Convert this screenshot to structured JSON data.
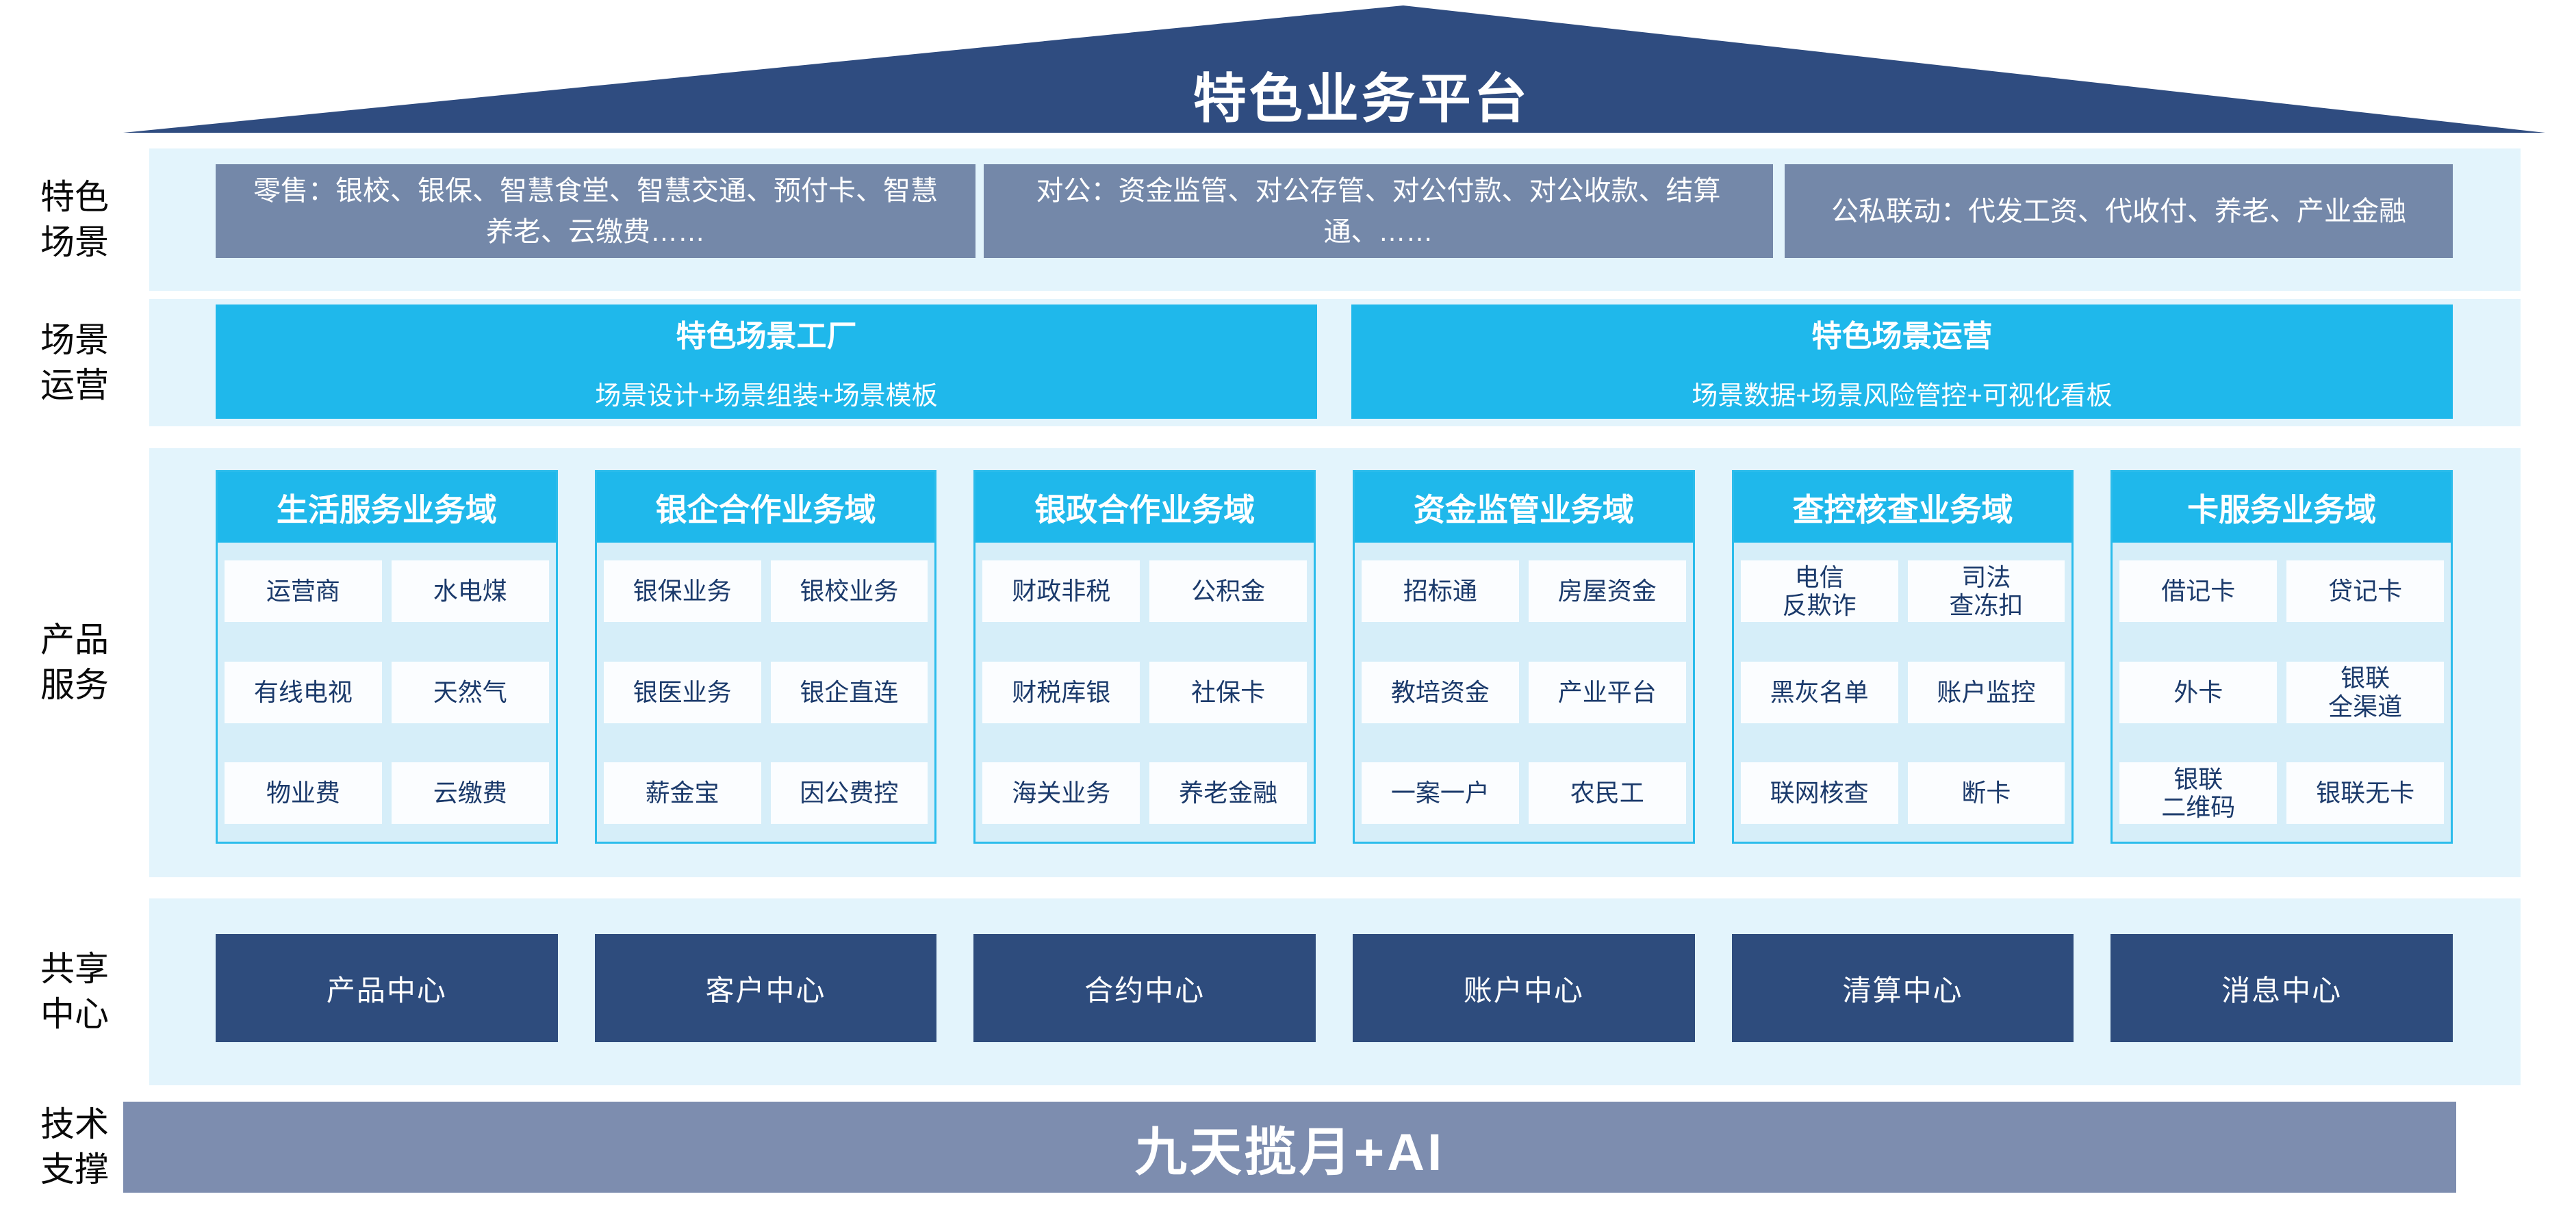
{
  "roof": {
    "title": "特色业务平台"
  },
  "side_labels": {
    "scene": "特色\n场景",
    "operation": "场景\n运营",
    "product": "产品\n服务",
    "shared": "共享\n中心",
    "tech": "技术\n支撑"
  },
  "scene_row": {
    "boxes": [
      "零售：银校、银保、智慧食堂、智慧交通、预付卡、智慧养老、云缴费……",
      "对公：资金监管、对公存管、对公付款、对公收款、结算通、……",
      "公私联动：代发工资、代收付、养老、产业金融"
    ]
  },
  "operation_row": {
    "boxes": [
      {
        "title": "特色场景工厂",
        "subtitle": "场景设计+场景组装+场景模板"
      },
      {
        "title": "特色场景运营",
        "subtitle": "场景数据+场景风险管控+可视化看板"
      }
    ]
  },
  "product_row": {
    "domains": [
      {
        "header": "生活服务业务域",
        "items": [
          "运营商",
          "水电煤",
          "有线电视",
          "天然气",
          "物业费",
          "云缴费"
        ]
      },
      {
        "header": "银企合作业务域",
        "items": [
          "银保业务",
          "银校业务",
          "银医业务",
          "银企直连",
          "薪金宝",
          "因公费控"
        ]
      },
      {
        "header": "银政合作业务域",
        "items": [
          "财政非税",
          "公积金",
          "财税库银",
          "社保卡",
          "海关业务",
          "养老金融"
        ]
      },
      {
        "header": "资金监管业务域",
        "items": [
          "招标通",
          "房屋资金",
          "教培资金",
          "产业平台",
          "一案一户",
          "农民工"
        ]
      },
      {
        "header": "查控核查业务域",
        "items": [
          "电信\n反欺诈",
          "司法\n查冻扣",
          "黑灰名单",
          "账户监控",
          "联网核查",
          "断卡"
        ]
      },
      {
        "header": "卡服务业务域",
        "items": [
          "借记卡",
          "贷记卡",
          "外卡",
          "银联\n全渠道",
          "银联\n二维码",
          "银联无卡"
        ]
      }
    ]
  },
  "shared_row": {
    "centers": [
      "产品中心",
      "客户中心",
      "合约中心",
      "账户中心",
      "清算中心",
      "消息中心"
    ]
  },
  "tech_row": {
    "label": "九天揽月+AI"
  },
  "colors": {
    "roof_navy": "#2F4C80",
    "band_light_blue": "#E3F4FC",
    "cyan_accent": "#1FB8EB",
    "panel_body_blue": "#D6EEF9",
    "panel_border_cyan": "#2BBCEB",
    "scene_box_gray_blue": "#7488A9",
    "tech_bar_gray_blue": "#7D8DAF",
    "center_box_navy": "#2E4C7D",
    "item_text_navy": "#1B3A6B"
  }
}
